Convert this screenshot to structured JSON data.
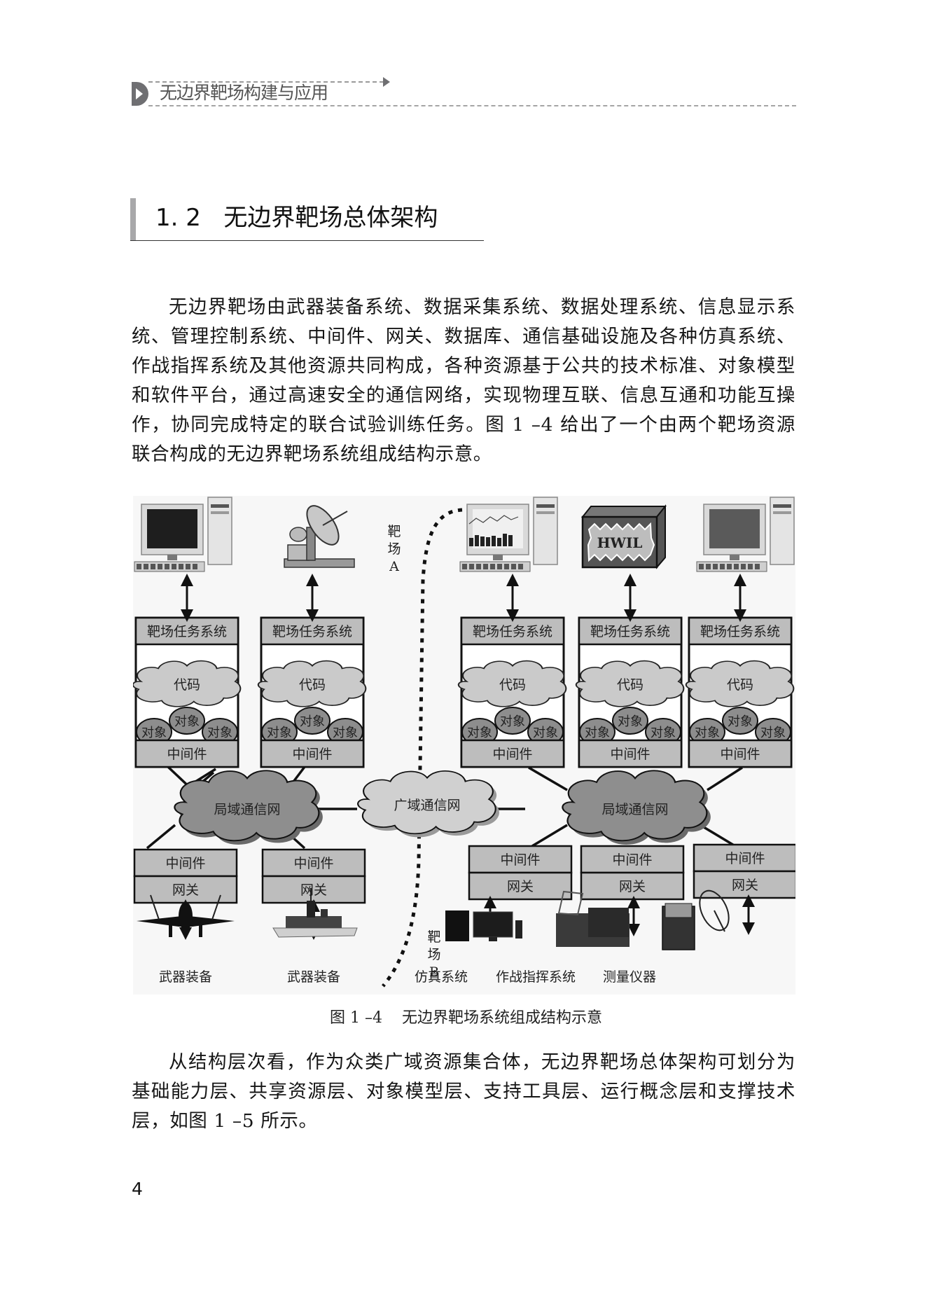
{
  "running_header": {
    "title": "无边界靶场构建与应用"
  },
  "section": {
    "number": "1. 2",
    "title": "无边界靶场总体架构"
  },
  "paragraph1": {
    "lines": [
      "无边界靶场由武器装备系统、数据采集系统、数据处理系统、信息显示系",
      "统、管理控制系统、中间件、网关、数据库、通信基础设施及各种仿真系统、",
      "作战指挥系统及其他资源共同构成，各种资源基于公共的技术标准、对象模型",
      "和软件平台，通过高速安全的通信网络，实现物理互联、信息互通和功能互操",
      "作，协同完成特定的联合试验训练任务。图 1 –4 给出了一个由两个靶场资源",
      "联合构成的无边界靶场系统组成结构示意。"
    ]
  },
  "figure": {
    "caption_number": "图 1 –4",
    "caption_text": "无边界靶场系统组成结构示意",
    "range_a_label": [
      "靶",
      "场",
      "A"
    ],
    "range_b_label": [
      "靶",
      "场",
      "B"
    ],
    "top_devices": [
      {
        "icon": "desktop-computer-icon"
      },
      {
        "icon": "satellite-dish-icon"
      },
      {
        "icon": "desktop-computer-chart-icon"
      },
      {
        "icon": "hwil-box-icon",
        "label": "HWIL"
      },
      {
        "icon": "desktop-computer-terrain-icon"
      }
    ],
    "mission_systems": [
      {
        "header": "靶场任务系统",
        "code": "代码",
        "objects": [
          "对象",
          "对象",
          "对象"
        ],
        "middleware": "中间件"
      },
      {
        "header": "靶场任务系统",
        "code": "代码",
        "objects": [
          "对象",
          "对象",
          "对象"
        ],
        "middleware": "中间件"
      },
      {
        "header": "靶场任务系统",
        "code": "代码",
        "objects": [
          "对象",
          "对象",
          "对象"
        ],
        "middleware": "中间件"
      },
      {
        "header": "靶场任务系统",
        "code": "代码",
        "objects": [
          "对象",
          "对象",
          "对象"
        ],
        "middleware": "中间件"
      },
      {
        "header": "靶场任务系统",
        "code": "代码",
        "objects": [
          "对象",
          "对象",
          "对象"
        ],
        "middleware": "中间件"
      }
    ],
    "networks": {
      "local_a": "局域通信网",
      "wide": "广域通信网",
      "local_b": "局域通信网"
    },
    "gateways": [
      {
        "middleware": "中间件",
        "gateway": "网关"
      },
      {
        "middleware": "中间件",
        "gateway": "网关"
      },
      {
        "middleware": "中间件",
        "gateway": "网关"
      },
      {
        "middleware": "中间件",
        "gateway": "网关"
      },
      {
        "middleware": "中间件",
        "gateway": "网关"
      }
    ],
    "bottom_devices": [
      {
        "icon": "fighter-jet-icon",
        "label": "武器装备"
      },
      {
        "icon": "warship-icon",
        "label": "武器装备"
      },
      {
        "icon": "simulation-computer-icon",
        "label": "仿真系统"
      },
      {
        "icon": "radar-vehicle-icon",
        "label": "作战指挥系统"
      },
      {
        "icon": "measurement-instrument-icon",
        "label": "测量仪器"
      }
    ],
    "colors": {
      "band": "#bdbdbd",
      "code_cloud": "#cacaca",
      "object_ellipse": "#8d8d8d",
      "local_cloud": "#8e8e8e",
      "wide_cloud": "#d0d0d0"
    }
  },
  "paragraph2": {
    "lines": [
      "从结构层次看，作为众类广域资源集合体，无边界靶场总体架构可划分为",
      "基础能力层、共享资源层、对象模型层、支持工具层、运行概念层和支撑技术",
      "层，如图 1 –5 所示。"
    ]
  },
  "page_number": "4"
}
